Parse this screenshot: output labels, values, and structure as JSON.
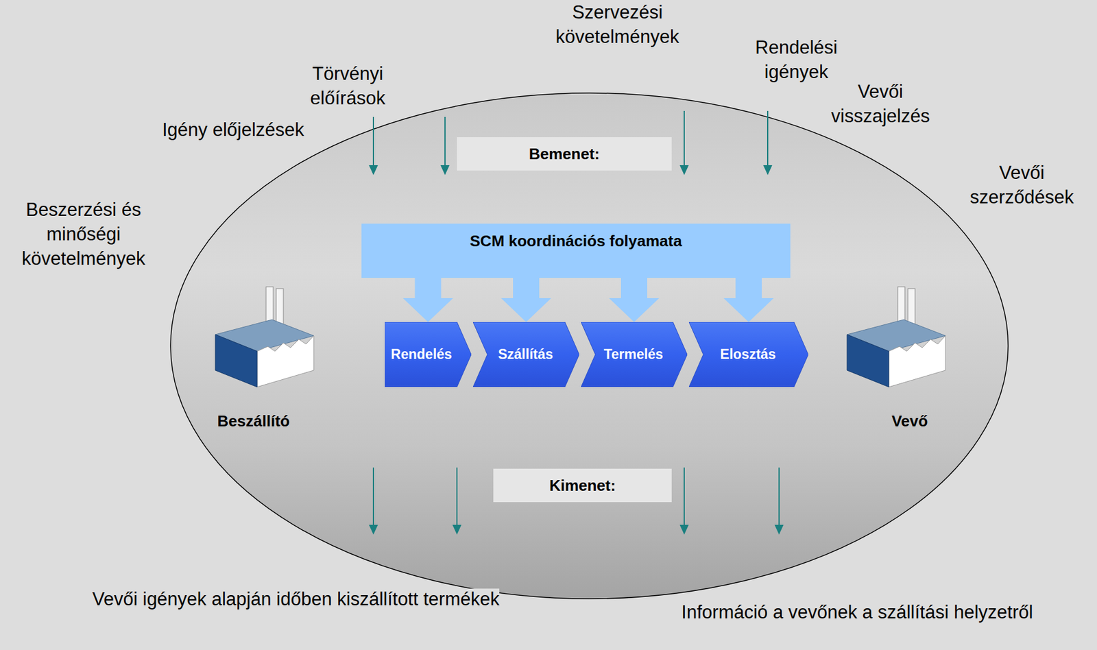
{
  "diagram": {
    "nodes": [
      {
        "text": [
          "Bemenet:"
        ]
      },
      {
        "text": [
          "SCM koordinációs folyamata"
        ]
      },
      {
        "text": [
          "Rendelés"
        ]
      },
      {
        "text": [
          "Szállítás"
        ]
      },
      {
        "text": [
          "Termelés"
        ]
      },
      {
        "text": [
          "Elosztás"
        ]
      },
      {
        "text": [
          "Kimenet:"
        ]
      }
    ],
    "edges": [
      {
        "from": 1,
        "to": 2,
        "arrow": "to"
      },
      {
        "from": 1,
        "to": 3,
        "arrow": "to"
      },
      {
        "from": 1,
        "to": 4,
        "arrow": "to"
      },
      {
        "from": 1,
        "to": 5,
        "arrow": "to"
      }
    ],
    "labels": [
      "Szervezési követelmények",
      "Rendelési igények",
      "Törvényi előírások",
      "Vevői visszajelzés",
      "Igény előjelzések",
      "Vevői szerződések",
      "Beszerzési és minőségi követelmények",
      "Beszállító",
      "Vevő",
      "Vevői igények alapján időben kiszállított termékek",
      "Információ a vevőnek a szállítási helyzetről"
    ]
  }
}
